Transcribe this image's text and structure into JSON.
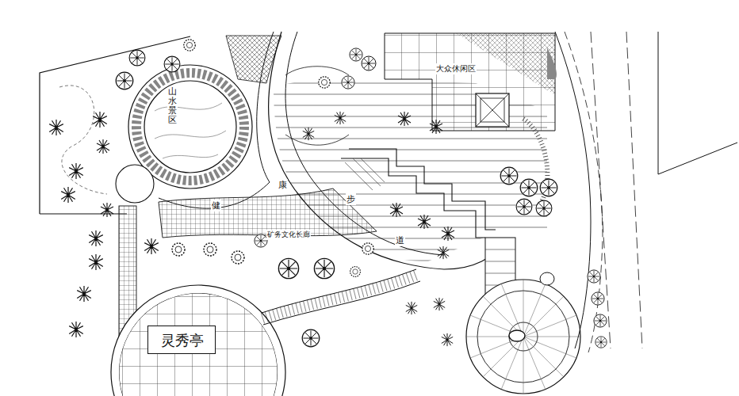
{
  "diagram": {
    "nodes": [
      {
        "text": [
          "灵秀亭"
        ]
      }
    ],
    "labels": [
      "山水景区",
      "大众休闲区",
      "健",
      "康",
      "步",
      "道",
      "矿务文化长廊"
    ]
  }
}
